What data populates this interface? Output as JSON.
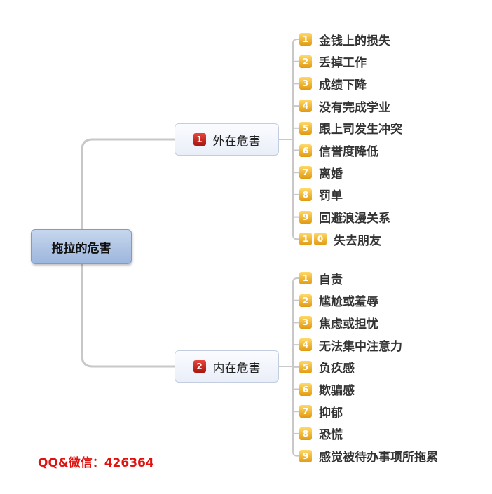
{
  "root": {
    "label": "拖拉的危害"
  },
  "branches": [
    {
      "index": "1",
      "label": "外在危害",
      "items": [
        {
          "index": [
            "1"
          ],
          "text": "金钱上的损失"
        },
        {
          "index": [
            "2"
          ],
          "text": "丢掉工作"
        },
        {
          "index": [
            "3"
          ],
          "text": "成绩下降"
        },
        {
          "index": [
            "4"
          ],
          "text": "没有完成学业"
        },
        {
          "index": [
            "5"
          ],
          "text": "跟上司发生冲突"
        },
        {
          "index": [
            "6"
          ],
          "text": "信誉度降低"
        },
        {
          "index": [
            "7"
          ],
          "text": "离婚"
        },
        {
          "index": [
            "8"
          ],
          "text": "罚单"
        },
        {
          "index": [
            "9"
          ],
          "text": "回避浪漫关系"
        },
        {
          "index": [
            "1",
            "0"
          ],
          "text": "失去朋友"
        }
      ]
    },
    {
      "index": "2",
      "label": "内在危害",
      "items": [
        {
          "index": [
            "1"
          ],
          "text": "自责"
        },
        {
          "index": [
            "2"
          ],
          "text": "尴尬或羞辱"
        },
        {
          "index": [
            "3"
          ],
          "text": "焦虑或担忧"
        },
        {
          "index": [
            "4"
          ],
          "text": "无法集中注意力"
        },
        {
          "index": [
            "5"
          ],
          "text": "负疚感"
        },
        {
          "index": [
            "6"
          ],
          "text": "欺骗感"
        },
        {
          "index": [
            "7"
          ],
          "text": "抑郁"
        },
        {
          "index": [
            "8"
          ],
          "text": "恐慌"
        },
        {
          "index": [
            "9"
          ],
          "text": "感觉被待办事项所拖累"
        }
      ]
    }
  ],
  "contact": "QQ&微信：426364",
  "colors": {
    "root_fill": "#9db6dc",
    "branch_badge": "#c0221a",
    "item_badge": "#f0b020",
    "contact_text": "#e0120f",
    "connector": "#c8c8c8"
  }
}
